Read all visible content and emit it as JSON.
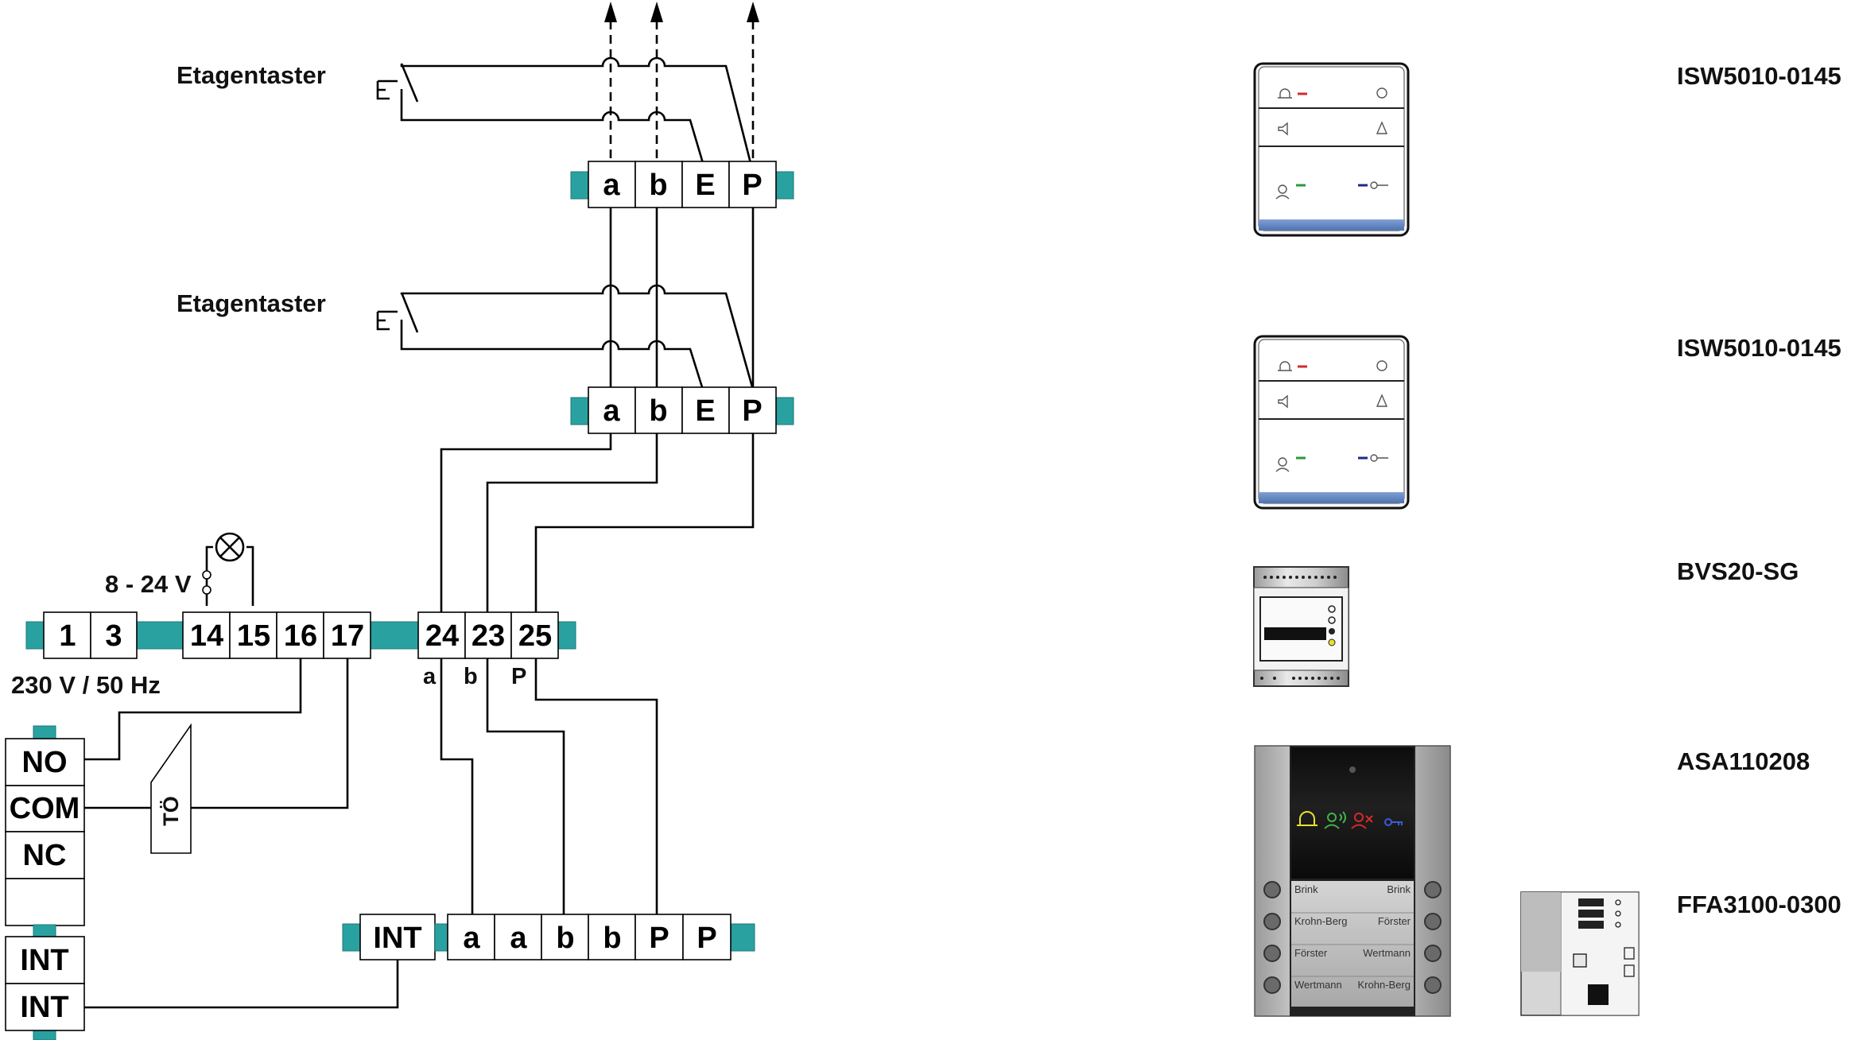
{
  "floor_button_label": "Etagentaster",
  "panels": [
    {
      "terminals": [
        "a",
        "b",
        "E",
        "P"
      ]
    },
    {
      "terminals": [
        "a",
        "b",
        "E",
        "P"
      ]
    }
  ],
  "main_strip": {
    "group1": [
      "1",
      "3"
    ],
    "group2": [
      "14",
      "15",
      "16",
      "17"
    ],
    "group3": [
      "24",
      "23",
      "25"
    ],
    "bus_labels": [
      "a",
      "b",
      "P"
    ],
    "voltage_label": "8 - 24 V",
    "mains_label": "230 V / 50 Hz"
  },
  "relay": {
    "terminals": [
      "NO",
      "COM",
      "NC",
      ""
    ]
  },
  "int_block": [
    "INT",
    "INT"
  ],
  "int_strip": {
    "int_label": "INT",
    "terminals": [
      "a",
      "a",
      "b",
      "b",
      "P",
      "P"
    ]
  },
  "door_opener_symbol": "TÖ",
  "models": [
    "ISW5010-0145",
    "ISW5010-0145",
    "BVS20-SG",
    "ASA110208",
    "FFA3100-0300"
  ],
  "station_names": {
    "left": [
      "Brink",
      "Krohn-Berg",
      "Förster",
      "Wertmann"
    ],
    "right": [
      "Brink",
      "Förster",
      "Wertmann",
      "Krohn-Berg"
    ]
  },
  "colors": {
    "rail": "#2aa1a1",
    "bell": "#e8e030",
    "talk": "#3fb34a",
    "reject": "#d42a2a",
    "key": "#3a5bd8"
  }
}
